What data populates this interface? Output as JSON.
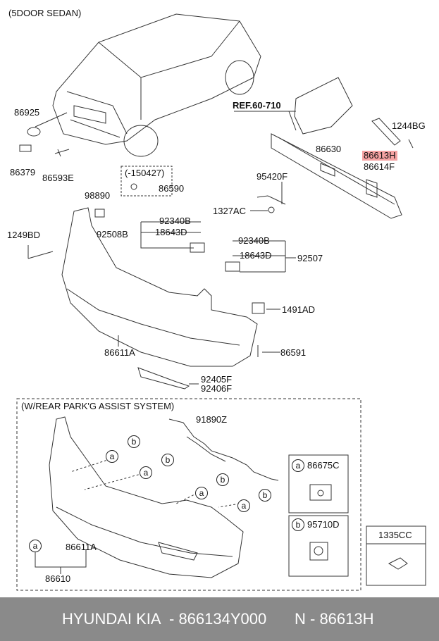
{
  "header": {
    "variant": "(5DOOR SEDAN)"
  },
  "labels": {
    "ref": "REF.60-710",
    "p86925": "86925",
    "p86379": "86379",
    "p86593E": "86593E",
    "date_range": "(-150427)",
    "p86590": "86590",
    "p98890": "98890",
    "p92508B": "92508B",
    "p1249BD": "1249BD",
    "p92340B_a": "92340B",
    "p18643D_a": "18643D",
    "p92340B_b": "92340B",
    "p18643D_b": "18643D",
    "p92507": "92507",
    "p1327AC": "1327AC",
    "p95420F": "95420F",
    "p86630": "86630",
    "p86613H": "86613H",
    "p86614F": "86614F",
    "p1244BG": "1244BG",
    "p1491AD": "1491AD",
    "p86591": "86591",
    "p86611A_top": "86611A",
    "p92405F": "92405F",
    "p92406F": "92406F"
  },
  "lower_section": {
    "title": "(W/REAR PARK'G ASSIST SYSTEM)",
    "p91890Z": "91890Z",
    "p86611A": "86611A",
    "p86610": "86610",
    "marker_a": "a",
    "marker_b": "b",
    "legend": [
      {
        "marker": "a",
        "part": "86675C"
      },
      {
        "marker": "b",
        "part": "95710D"
      }
    ],
    "p1335CC": "1335CC"
  },
  "footer": {
    "brand": "HYUNDAI  KIA",
    "part_number": "- 866134Y000",
    "ref": "N - 86613H"
  }
}
